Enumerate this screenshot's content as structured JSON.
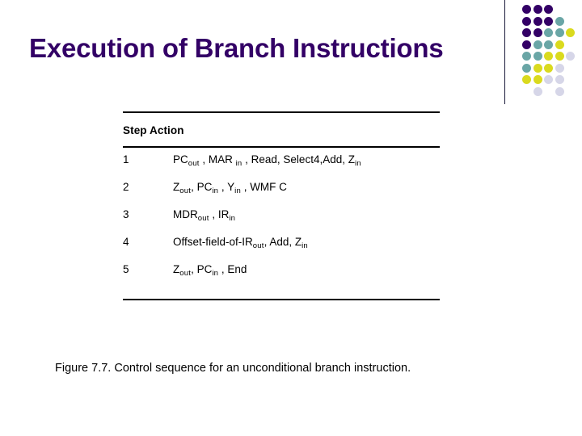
{
  "slide": {
    "title": "Execution of Branch Instructions",
    "background_color": "#ffffff",
    "title_color": "#330066"
  },
  "decoration": {
    "name": "dot-grid-ornament",
    "divider_color": "#1a1a3a",
    "palette": {
      "purple": "#330066",
      "teal": "#6aa6a6",
      "yellow": "#dada1e",
      "lavender": "#d6d6e8"
    },
    "columns": 5,
    "rows": 8,
    "grid": [
      [
        "purple",
        "purple",
        "purple",
        "none",
        "none"
      ],
      [
        "purple",
        "purple",
        "purple",
        "teal",
        "none"
      ],
      [
        "purple",
        "purple",
        "teal",
        "teal",
        "yellow"
      ],
      [
        "purple",
        "teal",
        "teal",
        "yellow",
        "none"
      ],
      [
        "teal",
        "teal",
        "yellow",
        "yellow",
        "lavender"
      ],
      [
        "teal",
        "yellow",
        "yellow",
        "lavender",
        "none"
      ],
      [
        "yellow",
        "yellow",
        "lavender",
        "lavender",
        "none"
      ],
      [
        "none",
        "lavender",
        "none",
        "lavender",
        "none"
      ]
    ]
  },
  "table": {
    "header": "Step Action",
    "columns": [
      "Step",
      "Action"
    ],
    "rows": [
      {
        "step": "1",
        "action_html": "PC<sub>out</sub> ,  MAR <sub>in</sub> , Read, Select4,Add,  Z<sub>in</sub>",
        "action_text": "PCout , MAR in , Read, Select4,Add, Zin"
      },
      {
        "step": "2",
        "action_html": "Z<sub>out</sub>,  PC<sub>in</sub> ,  Y<sub>in</sub> ,  WMF C",
        "action_text": "Zout, PCin , Yin , WMFC"
      },
      {
        "step": "3",
        "action_html": "MDR<sub>out</sub> ,  IR<sub>in</sub>",
        "action_text": "MDRout , IRin"
      },
      {
        "step": "4",
        "action_html": "Offset-field-of-IR<sub>out</sub>,  Add,  Z<sub>in</sub>",
        "action_text": "Offset-field-of-IRout, Add, Zin"
      },
      {
        "step": "5",
        "action_html": "Z<sub>out</sub>, PC<sub>in</sub> ,  End",
        "action_text": "Zout, PCin , End"
      }
    ]
  },
  "caption": "Figure 7.7.  Control sequence for an unconditional branch instruction."
}
